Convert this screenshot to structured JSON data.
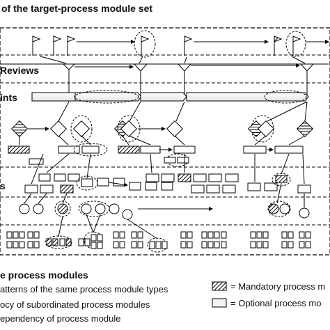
{
  "diagram": {
    "title": "of the target-process module set",
    "lanes": {
      "reviews": "Reviews",
      "points": "ints",
      "modules": "s"
    }
  },
  "legend": {
    "heading": "e process modules",
    "line1": "atterns of the same process module types",
    "line2": "ocy of subordinated process modules",
    "line3": "ependency of process module",
    "mandatory": "= Mandatory process m",
    "optional": "= Optional process mo"
  },
  "colors": {
    "stroke": "#000000",
    "fill_optional": "#ffffff",
    "fill_light": "#f2f2f2",
    "hatch": "#000000"
  }
}
